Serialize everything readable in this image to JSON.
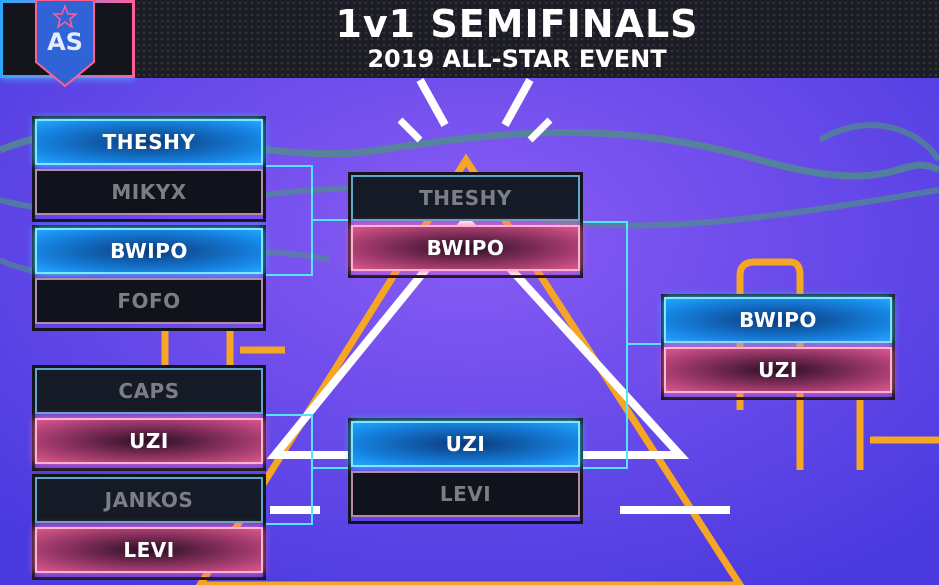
{
  "header": {
    "title": "1v1 SEMIFINALS",
    "subtitle": "2019 ALL-STAR EVENT",
    "logo_text": "AS"
  },
  "colors": {
    "accent_blue": "#22a6ff",
    "accent_pink": "#d9578e",
    "background": "#5a3fe0",
    "connector": "#52e6ff"
  },
  "bracket": {
    "quarterfinals": [
      {
        "top": {
          "name": "THESHY",
          "result": "win"
        },
        "bottom": {
          "name": "MIKYX",
          "result": "loss"
        }
      },
      {
        "top": {
          "name": "BWIPO",
          "result": "win"
        },
        "bottom": {
          "name": "FOFO",
          "result": "loss"
        }
      },
      {
        "top": {
          "name": "CAPS",
          "result": "loss"
        },
        "bottom": {
          "name": "UZI",
          "result": "win"
        }
      },
      {
        "top": {
          "name": "JANKOS",
          "result": "loss"
        },
        "bottom": {
          "name": "LEVI",
          "result": "win"
        }
      }
    ],
    "semifinals": [
      {
        "top": {
          "name": "THESHY",
          "result": "loss"
        },
        "bottom": {
          "name": "BWIPO",
          "result": "win"
        }
      },
      {
        "top": {
          "name": "UZI",
          "result": "win"
        },
        "bottom": {
          "name": "LEVI",
          "result": "loss"
        }
      }
    ],
    "final": [
      {
        "top": {
          "name": "BWIPO",
          "result": "pending"
        },
        "bottom": {
          "name": "UZI",
          "result": "pending"
        }
      }
    ]
  }
}
